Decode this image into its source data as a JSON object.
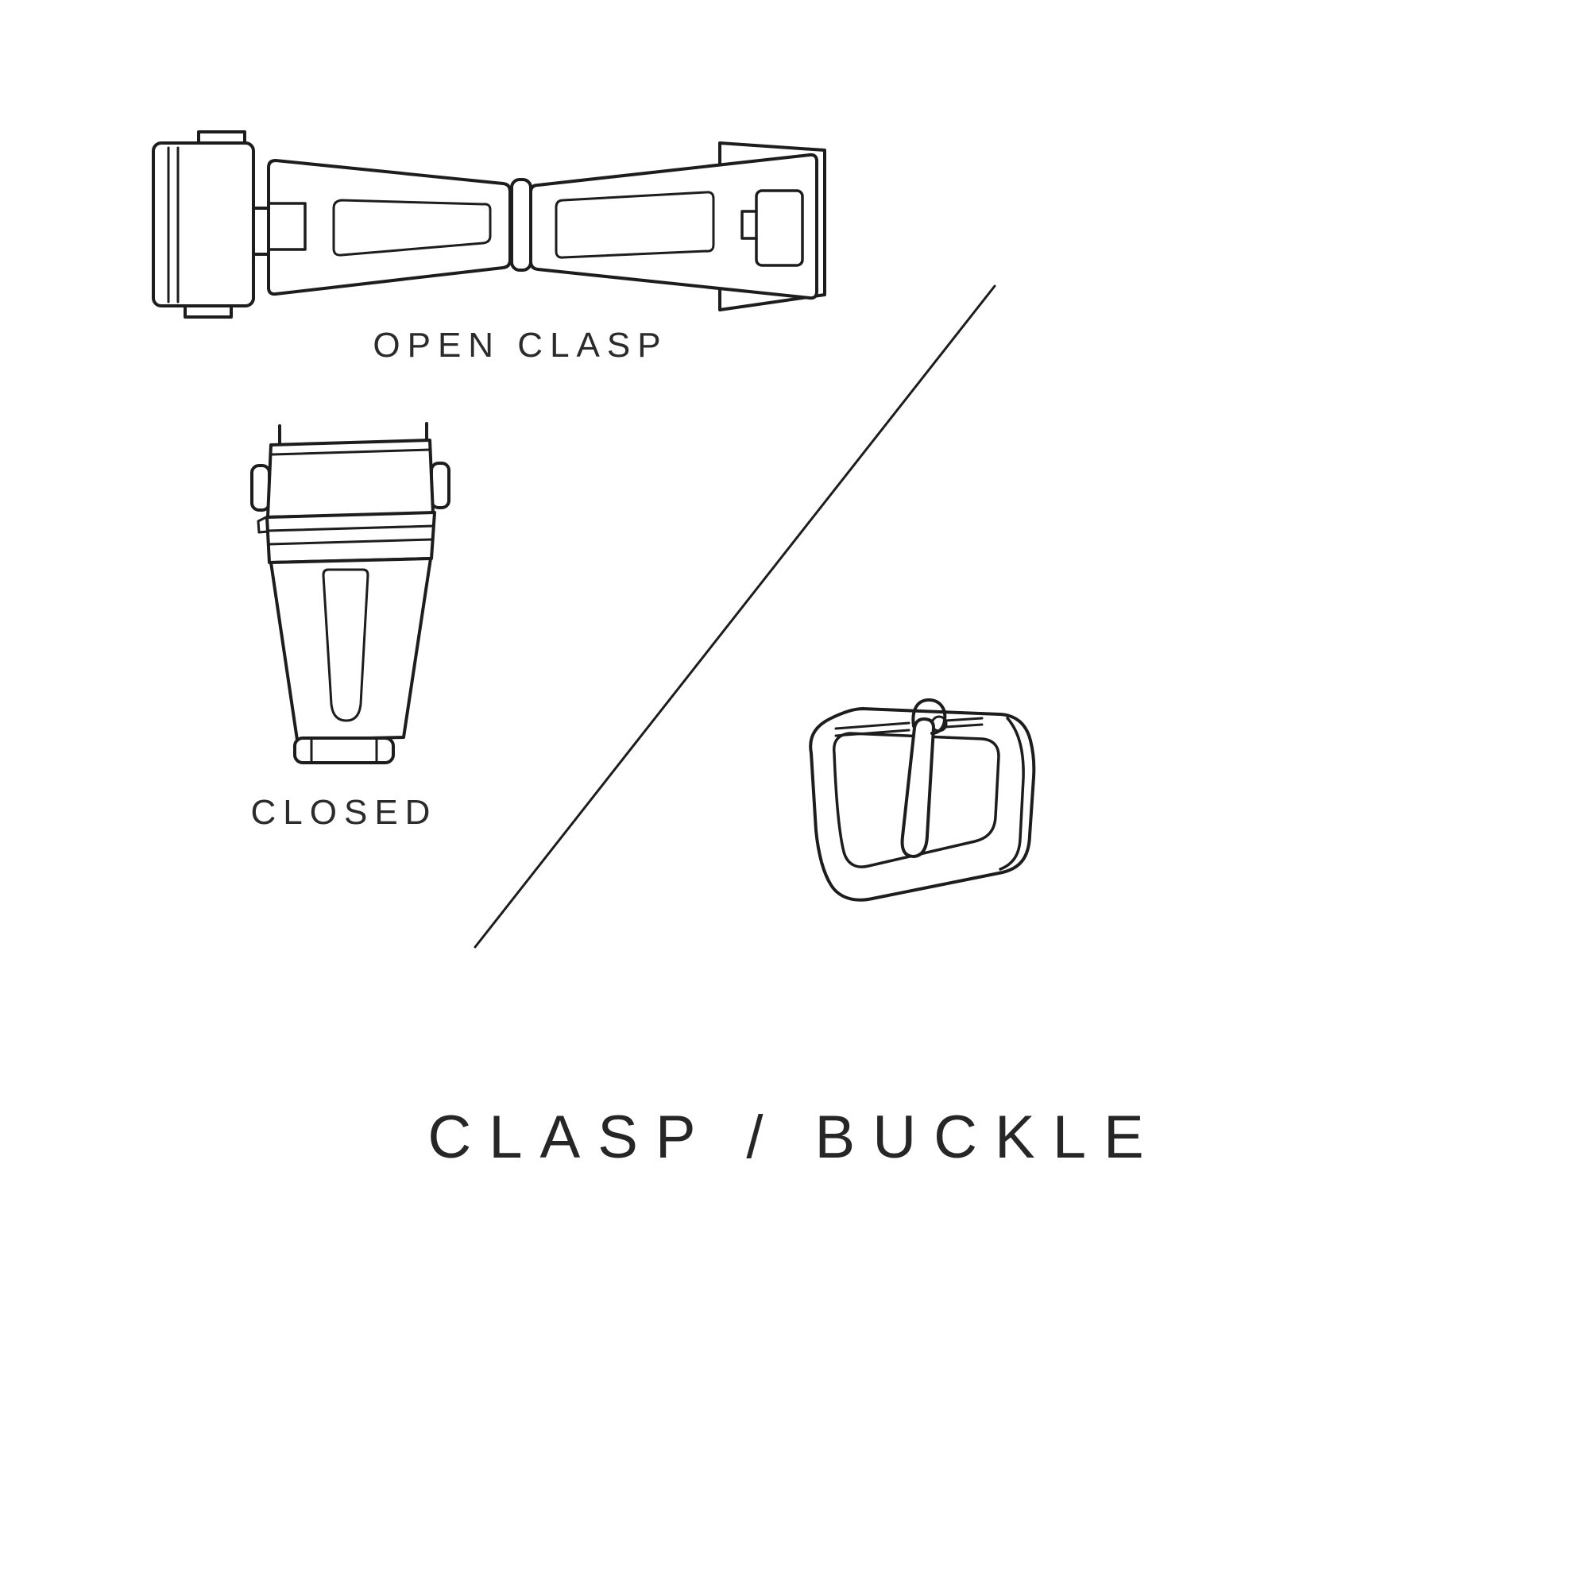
{
  "page": {
    "background": "#ffffff"
  },
  "palette": {
    "line_color": "#1d1d1d",
    "text_color": "#2b2b2b"
  },
  "figures": {
    "open_clasp": {
      "caption": "OPEN CLASP"
    },
    "closed_clasp": {
      "caption": "CLOSED"
    },
    "buckle": {
      "caption": ""
    }
  },
  "title": "CLASP / BUCKLE"
}
